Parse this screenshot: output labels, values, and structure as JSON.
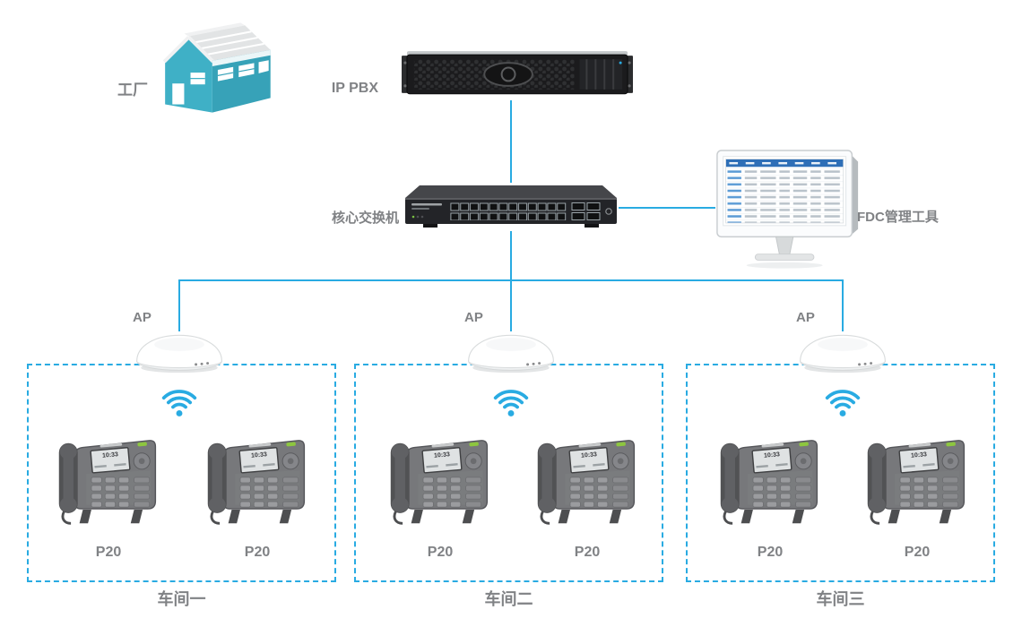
{
  "colors": {
    "link_line": "#29abe2",
    "box_border": "#29abe2",
    "label_text": "#808285",
    "factory_teal": "#3fb0c6",
    "wifi_blue": "#29abe2",
    "led_green": "#8dc63f"
  },
  "nodes": {
    "factory_label": "工厂",
    "ippbx_label": "IP PBX",
    "switch_label": "核心交换机",
    "fdc_label": "FDC管理工具"
  },
  "aps": [
    {
      "label": "AP"
    },
    {
      "label": "AP"
    },
    {
      "label": "AP"
    }
  ],
  "workshops": [
    {
      "name": "车间一",
      "phones": [
        {
          "model": "P20",
          "screen_time": "10:33"
        },
        {
          "model": "P20",
          "screen_time": "10:33"
        }
      ]
    },
    {
      "name": "车间二",
      "phones": [
        {
          "model": "P20",
          "screen_time": "10:33"
        },
        {
          "model": "P20",
          "screen_time": "10:33"
        }
      ]
    },
    {
      "name": "车间三",
      "phones": [
        {
          "model": "P20",
          "screen_time": "10:33"
        },
        {
          "model": "P20",
          "screen_time": "10:33"
        }
      ]
    }
  ]
}
